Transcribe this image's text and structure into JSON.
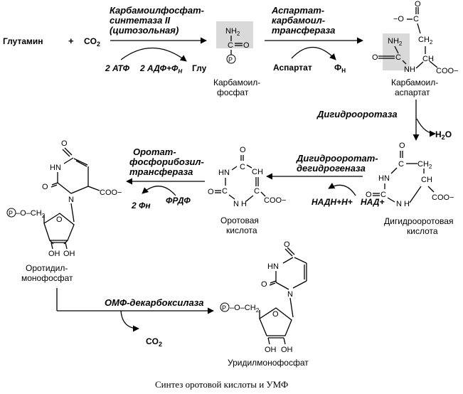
{
  "reactants": {
    "glutamine": "Глутамин",
    "plus": "+",
    "co2_main": "CO",
    "co2_sub": "2"
  },
  "enzymes": {
    "cps2": [
      "Карбамоилфосфат-",
      "синтетаза II",
      "(цитозольная)"
    ],
    "act": [
      "Аспартат-",
      "карбамоил-",
      "трансфераза"
    ],
    "dihydroorotase": "Дигидрооротаза",
    "dhodh": [
      "Дигидрооротат-",
      "дегидрогеназа"
    ],
    "oprt": [
      "Оротат-",
      "фосфорибозил-",
      "трансфераза"
    ],
    "ompdc": "ОМФ-декарбоксилаза"
  },
  "step1": {
    "atp": "2 АТФ",
    "adp_main": "2 АДФ+Ф",
    "adp_sub": "Н",
    "glu": "Глу"
  },
  "step2": {
    "aspartate": "Аспартат",
    "pn_main": "Ф",
    "pn_sub": "Н"
  },
  "step3": {
    "h2o_main": "H",
    "h2o_sub": "2",
    "h2o_tail": "O"
  },
  "step4": {
    "nadh": "НАДН+Н+",
    "nad": "НАД+"
  },
  "step5": {
    "pn": "2 Фн",
    "prpp": "ФРДФ"
  },
  "step6": {
    "co2_main": "CO",
    "co2_sub": "2"
  },
  "cp": {
    "nh2_main": "NH",
    "nh2_sub": "2",
    "c": "C",
    "o": "O",
    "p": "P"
  },
  "ca": {
    "o_minus": "−O",
    "c": "C",
    "o": "O",
    "ch2_main": "CH",
    "ch2_sub": "2",
    "nh2_main": "NH",
    "nh2_sub": "2",
    "nh": "NH",
    "ch": "CH",
    "coo": "COO−"
  },
  "dho": {
    "o": "O",
    "c": "C",
    "ch2_main": "CH",
    "ch2_sub": "2",
    "hn": "HN",
    "ch": "CH",
    "nh": "N H",
    "coo": "COO−"
  },
  "oro": {
    "o": "O",
    "c": "C",
    "ch": "CH",
    "hn": "HN",
    "nh": "N H",
    "coo": "COO−"
  },
  "omp": {
    "o": "O",
    "hn": "HN",
    "n": "N",
    "coo": "COO−",
    "oh": "OH",
    "p": "P",
    "och2_main": "–O–CH",
    "och2_sub": "2"
  },
  "ump": {
    "o": "O",
    "hn": "HN",
    "n": "N",
    "oh": "OH",
    "p": "P",
    "och2_main": "–O–CH",
    "och2_sub": "2"
  },
  "names": {
    "carbamoyl_phosphate": [
      "Карбамоил-",
      "фосфат"
    ],
    "carbamoyl_aspartate": [
      "Карбамоил-",
      "аспартат"
    ],
    "dihydroorotate": [
      "Дигидрооротовая",
      "кислота"
    ],
    "orotic_acid": [
      "Оротовая",
      "кислота"
    ],
    "omp": [
      "Оротидил-",
      "монофосфат"
    ],
    "ump": "Уридилмонофосфат"
  },
  "caption": "Синтез оротовой кислоты и УМФ"
}
